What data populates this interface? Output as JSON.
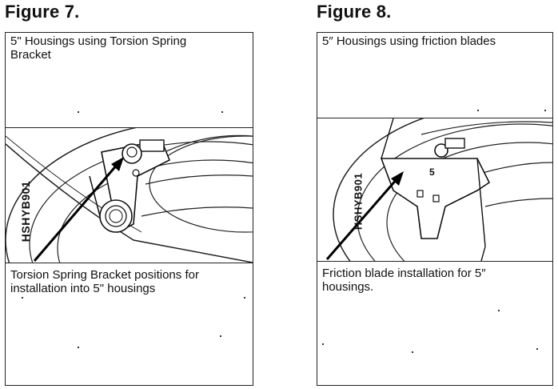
{
  "figure7": {
    "title": "Figure 7.",
    "top_caption_line1": "5\" Housings using Torsion Spring",
    "top_caption_line2": "Bracket",
    "bottom_caption_line1": "Torsion Spring Bracket positions for",
    "bottom_caption_line2": "installation into 5\" housings",
    "housing_label": "HSHYB901"
  },
  "figure8": {
    "title": "Figure 8.",
    "top_caption": "5″ Housings using friction blades",
    "bottom_caption_line1": "Friction blade installation for 5″",
    "bottom_caption_line2": "housings.",
    "housing_label": "HSHYB901",
    "blade_number": "5"
  }
}
